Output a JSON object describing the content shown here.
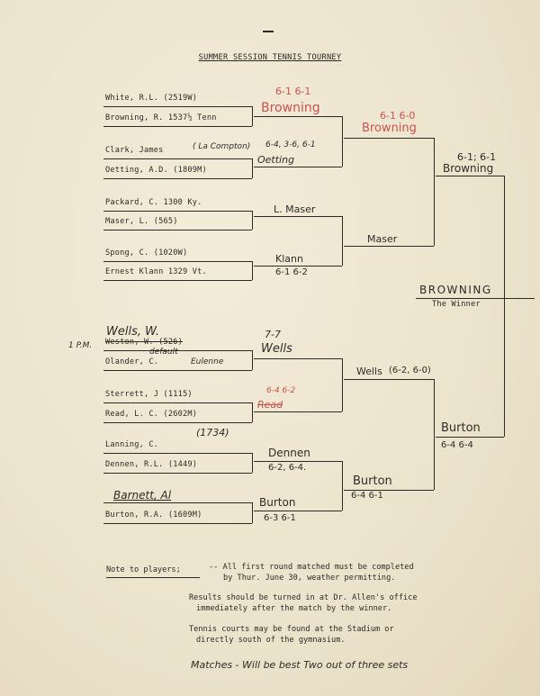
{
  "title": "SUMMER SESSION TENNIS TOURNEY",
  "first_round": [
    {
      "player": "White, R.L.   (2519W)"
    },
    {
      "player": "Browning, R.  1537½ Tenn"
    },
    {
      "player": "Clark, James",
      "note": "( La Compton)"
    },
    {
      "player": "Oetting, A.D.  (1809M)"
    },
    {
      "player": "Packard, C.  1300 Ky."
    },
    {
      "player": "Maser, L.   (565)"
    },
    {
      "player": "Spong, C.   (1020W)"
    },
    {
      "player": "Ernest Klann  1329 Vt."
    },
    {
      "player": "Weston, W.    (526)",
      "hand": "Wells, W."
    },
    {
      "player": "Olander, C.",
      "note": "Eulenne"
    },
    {
      "player": "Sterrett, J   (1115)"
    },
    {
      "player": "Read, L. C.   (2602M)"
    },
    {
      "player": "Lanning, C.",
      "note": "(1734)"
    },
    {
      "player": "Dennen, R.L.    (1449)"
    },
    {
      "player": "Barnett, Al"
    },
    {
      "player": "Burton, R.A.  (1609M)"
    }
  ],
  "margin_note": "1 P.M.",
  "default_note": "default",
  "round2": [
    {
      "winner": "Browning",
      "score": "6-1  6-1"
    },
    {
      "winner": "Oetting",
      "score": "6-4, 3-6, 6-1"
    },
    {
      "winner": "L. Maser",
      "score": ""
    },
    {
      "winner": "Klann",
      "score": "6-1    6-2"
    },
    {
      "winner": "Wells",
      "score": "7-7"
    },
    {
      "winner": "Read",
      "score": "6-4   6-2"
    },
    {
      "winner": "Dennen",
      "score": "6-2, 6-4."
    },
    {
      "winner": "Burton",
      "score": "6-3   6-1"
    }
  ],
  "round3": [
    {
      "winner": "Browning",
      "score": "6-1   6-0"
    },
    {
      "winner": "Maser",
      "score": ""
    },
    {
      "winner": "Wells",
      "score": "(6-2, 6-0)"
    },
    {
      "winner": "Burton",
      "score": "6-4   6-1"
    }
  ],
  "round4": [
    {
      "winner": "Browning",
      "score": "6-1; 6-1"
    },
    {
      "winner": "Burton",
      "score": "6-4   6-4"
    }
  ],
  "champion": {
    "name": "BROWNING",
    "label": "The Winner"
  },
  "notes": {
    "label": "Note to players;",
    "line1": "-- All first round matched must be completed",
    "line2": "by Thur. June 30, weather permitting.",
    "line3": "Results should be turned in at Dr. Allen's office",
    "line4": "immediately after the match by the winner.",
    "line5": "Tennis courts may be found at the Stadium or",
    "line6": "directly south of the gymnasium.",
    "handwritten": "Matches - Will be best Two out of three sets"
  },
  "colors": {
    "paper": "#ece3cc",
    "ink": "#2d2a26",
    "red_pencil": "#c9534f"
  }
}
